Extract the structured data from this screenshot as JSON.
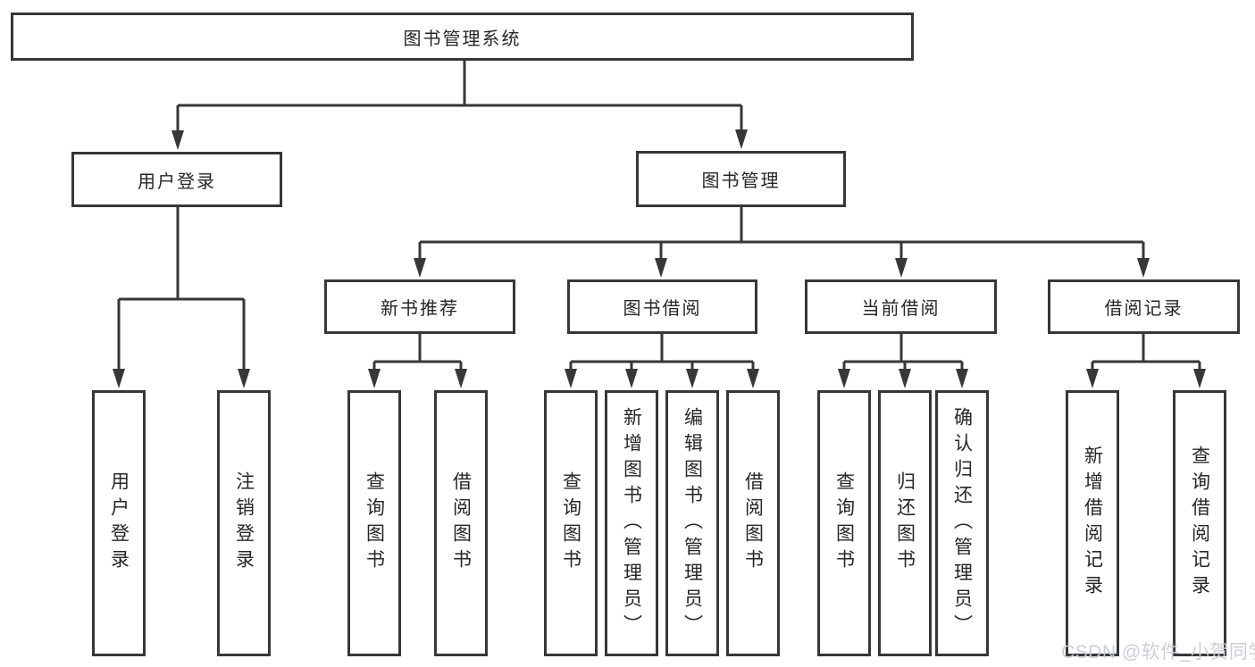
{
  "colors": {
    "line": "#373737",
    "text": "#262626",
    "box_background": "#ffffff",
    "page_background": "#ffffff",
    "watermark": "#c8cdd6"
  },
  "watermark": {
    "text": "CSDN @软件_小贺同学"
  },
  "diagram": {
    "type": "tree",
    "root": {
      "label": "图书管理系统"
    },
    "branches": [
      {
        "label": "用户登录",
        "children": [
          {
            "label": "用户登录"
          },
          {
            "label": "注销登录"
          }
        ]
      },
      {
        "label": "图书管理",
        "children": [
          {
            "label": "新书推荐",
            "children": [
              {
                "label": "查询图书"
              },
              {
                "label": "借阅图书"
              }
            ]
          },
          {
            "label": "图书借阅",
            "children": [
              {
                "label": "查询图书"
              },
              {
                "label": "新增图书（管理员）"
              },
              {
                "label": "编辑图书（管理员）"
              },
              {
                "label": "借阅图书"
              }
            ]
          },
          {
            "label": "当前借阅",
            "children": [
              {
                "label": "查询图书"
              },
              {
                "label": "归还图书"
              },
              {
                "label": "确认归还（管理员）"
              }
            ]
          },
          {
            "label": "借阅记录",
            "children": [
              {
                "label": "新增借阅记录"
              },
              {
                "label": "查询借阅记录"
              }
            ]
          }
        ]
      }
    ]
  }
}
